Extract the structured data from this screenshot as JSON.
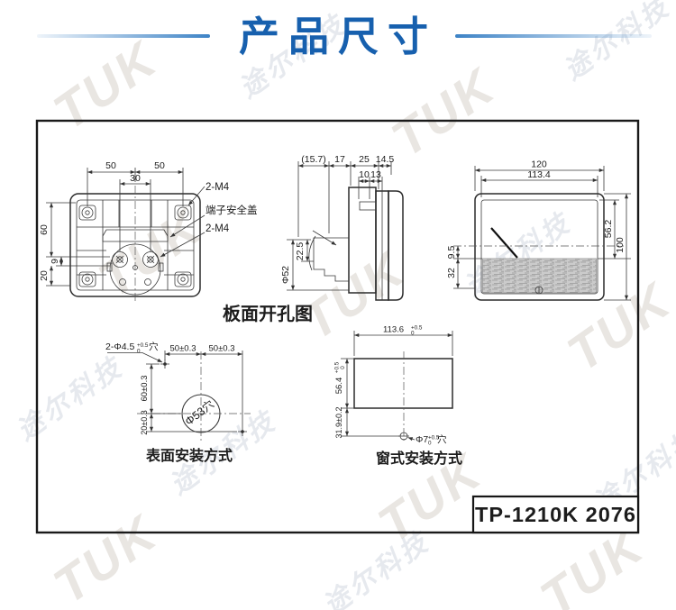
{
  "header": {
    "title": "产品尺寸",
    "accent_color": "#1760ae"
  },
  "watermark": {
    "text_en": "TUK",
    "text_cn": "途尔科技"
  },
  "part_number": "TP-1210K 2076",
  "rear_view": {
    "dim_50_left": "50",
    "dim_50_right": "50",
    "dim_30": "30",
    "dim_60": "60",
    "dim_9": "9",
    "dim_20": "20",
    "label_m4_top": "2-M4",
    "label_terminal_cover": "端子安全盖",
    "label_m4_bottom": "2-M4",
    "caption": "板面开孔图"
  },
  "side_view": {
    "dim_15_7": "(15.7)",
    "dim_17": "17",
    "dim_25": "25",
    "dim_14_5": "14.5",
    "dim_10": "10",
    "dim_13": "13",
    "dim_22_5": "22.5",
    "dim_phi52": "Φ52"
  },
  "front_view": {
    "dim_120": "120",
    "dim_113_4": "113.4",
    "dim_56_2": "56.2",
    "dim_100": "100",
    "dim_9_5": "9.5",
    "dim_32": "32"
  },
  "surface_mount": {
    "caption": "表面安装方式",
    "label_holes": "2-Φ4.5",
    "label_holes_tol_top": "+0.5",
    "label_holes_tol_bottom": "0",
    "label_holes_suffix": "穴",
    "dim_50a": "50±0.3",
    "dim_50b": "50±0.3",
    "dim_60": "60±0.3",
    "dim_20": "20±0.3",
    "label_circle": "Φ53穴"
  },
  "window_mount": {
    "caption": "窗式安装方式",
    "dim_113_6": "113.6",
    "dim_113_6_tol_top": "+0.5",
    "dim_113_6_tol_bottom": "0",
    "dim_56_4": "56.4",
    "dim_56_4_tol_top": "+0.5",
    "dim_56_4_tol_bottom": "0",
    "dim_31_9": "31.9±0.2",
    "label_hole": "Φ7",
    "label_hole_tol_top": "+0.5",
    "label_hole_tol_bottom": "0",
    "label_hole_suffix": "穴"
  }
}
